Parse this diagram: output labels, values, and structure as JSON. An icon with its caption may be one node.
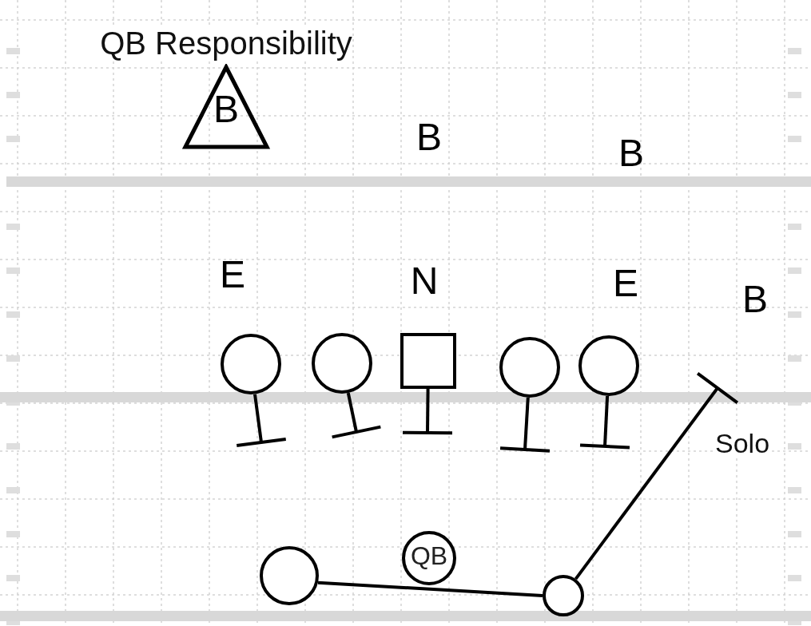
{
  "diagram": {
    "nodes": [
      {
        "text": [
          "QB Responsibility",
          "B"
        ]
      },
      {
        "text": [],
        "shape": "circle"
      },
      {
        "text": [],
        "shape": "circle"
      },
      {
        "text": [],
        "shape": "box"
      },
      {
        "text": [],
        "shape": "circle"
      },
      {
        "text": [],
        "shape": "circle"
      },
      {
        "text": [],
        "shape": "circle"
      },
      {
        "text": [
          "QB"
        ]
      },
      {
        "text": [],
        "shape": "circle"
      }
    ],
    "edges": [
      {
        "from": 1,
        "to": null,
        "arrow": "other"
      },
      {
        "from": 2,
        "to": null,
        "arrow": "other"
      },
      {
        "from": 3,
        "to": null,
        "arrow": "other"
      },
      {
        "from": 4,
        "to": null,
        "arrow": "other"
      },
      {
        "from": 5,
        "to": null,
        "arrow": "other"
      },
      {
        "from": 6,
        "to": 8,
        "arrow": "none"
      },
      {
        "from": 8,
        "to": null,
        "arrow": "other",
        "label": "Solo"
      }
    ],
    "labels": [
      "B",
      "B",
      "E",
      "N",
      "E",
      "B"
    ]
  }
}
